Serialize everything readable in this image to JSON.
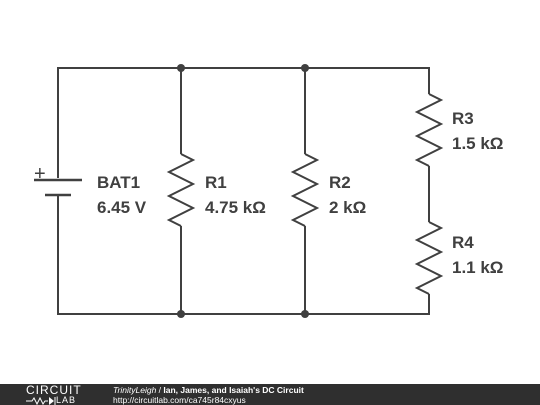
{
  "diagram": {
    "bat1": {
      "name": "BAT1",
      "value": "6.45 V",
      "plus": "+"
    },
    "r1": {
      "name": "R1",
      "value": "4.75 kΩ"
    },
    "r2": {
      "name": "R2",
      "value": "2 kΩ"
    },
    "r3": {
      "name": "R3",
      "value": "1.5 kΩ"
    },
    "r4": {
      "name": "R4",
      "value": "1.1 kΩ"
    }
  },
  "footer": {
    "logo_top": "CIRCUIT",
    "logo_bottom": "LAB",
    "author": "TrinityLeigh",
    "separator": " / ",
    "title": "Ian, James, and Isaiah's DC Circuit",
    "url": "http://circuitlab.com/ca745r84cxyus"
  },
  "colors": {
    "wire": "#404040",
    "footer_bg": "#2f2f2f"
  }
}
